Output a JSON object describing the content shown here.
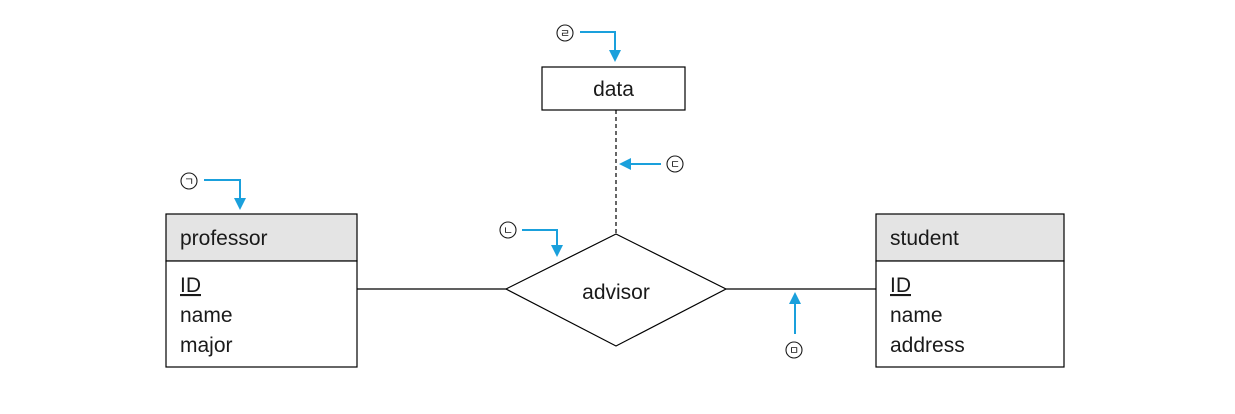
{
  "entities": {
    "professor": {
      "title": "professor",
      "attributes": [
        "ID",
        "name",
        "major"
      ],
      "primary_key": "ID"
    },
    "student": {
      "title": "student",
      "attributes": [
        "ID",
        "name",
        "address"
      ],
      "primary_key": "ID"
    },
    "relationship_attribute_box": {
      "title": "data"
    }
  },
  "relationship": {
    "name": "advisor"
  },
  "markers": {
    "m1": "ㄱ",
    "m2": "ㄴ",
    "m3": "ㄷ",
    "m4": "ㄹ",
    "m5": "ㅁ"
  },
  "colors": {
    "pointer": "#1aa0dc",
    "header_fill": "#e4e4e4",
    "line": "#000000"
  }
}
